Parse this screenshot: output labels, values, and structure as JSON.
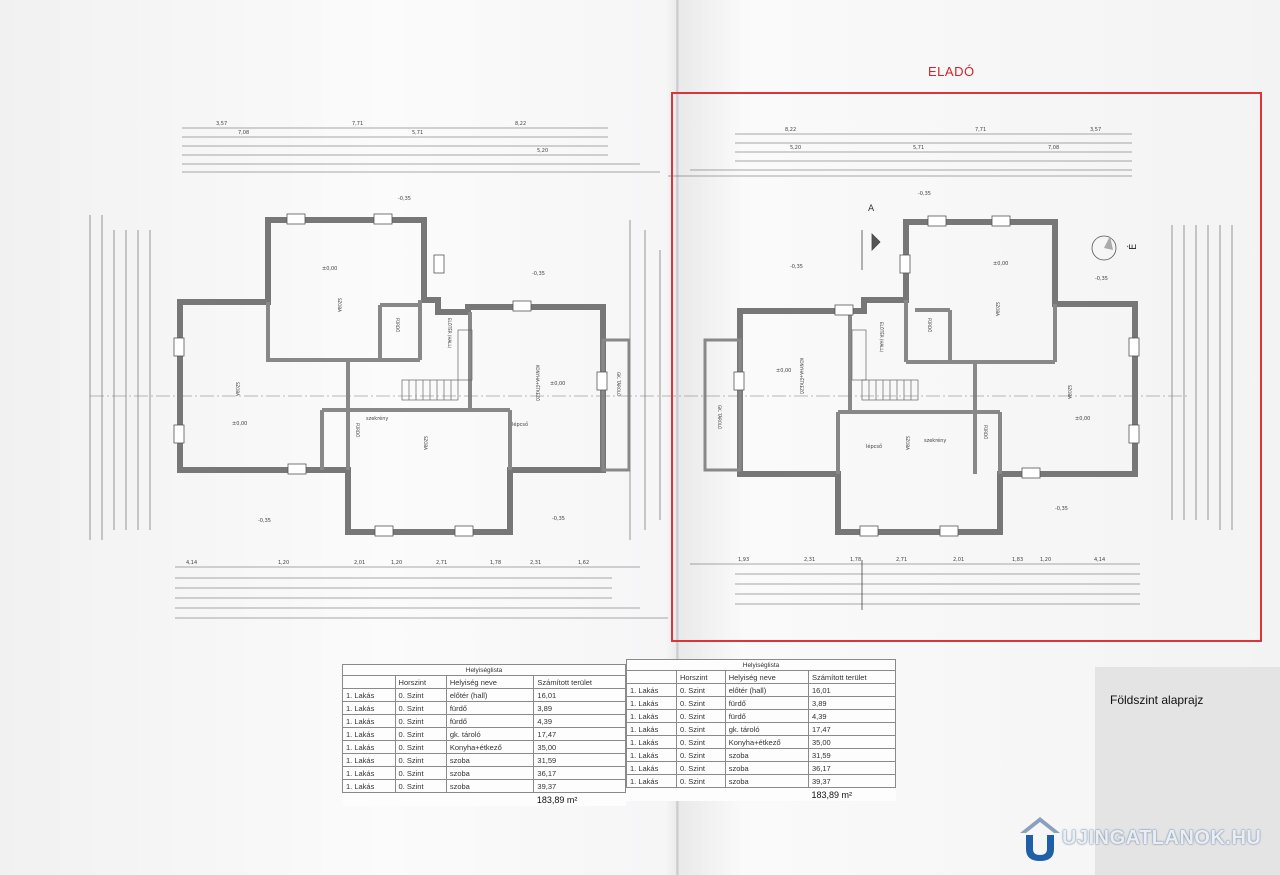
{
  "stamp": {
    "text": "ELADÓ"
  },
  "caption": {
    "text": "Földszint alaprajz"
  },
  "logo": {
    "text": "UJINGATLANOK.HU"
  },
  "tables": [
    {
      "title": "Helyiséglista",
      "headers": [
        "",
        "Horszint",
        "Helyiség neve",
        "Számított terület"
      ],
      "rows": [
        [
          "1. Lakás",
          "0. Szint",
          "előtér (hall)",
          "16,01"
        ],
        [
          "1. Lakás",
          "0. Szint",
          "fürdő",
          "3,89"
        ],
        [
          "1. Lakás",
          "0. Szint",
          "fürdő",
          "4,39"
        ],
        [
          "1. Lakás",
          "0. Szint",
          "gk. tároló",
          "17,47"
        ],
        [
          "1. Lakás",
          "0. Szint",
          "Konyha+étkező",
          "35,00"
        ],
        [
          "1. Lakás",
          "0. Szint",
          "szoba",
          "31,59"
        ],
        [
          "1. Lakás",
          "0. Szint",
          "szoba",
          "36,17"
        ],
        [
          "1. Lakás",
          "0. Szint",
          "szoba",
          "39,37"
        ]
      ],
      "total": "183,89 m²"
    },
    {
      "title": "Helyiséglista",
      "headers": [
        "",
        "Horszint",
        "Helyiség neve",
        "Számított terület"
      ],
      "rows": [
        [
          "1. Lakás",
          "0. Szint",
          "előtér (hall)",
          "16,01"
        ],
        [
          "1. Lakás",
          "0. Szint",
          "fürdő",
          "3,89"
        ],
        [
          "1. Lakás",
          "0. Szint",
          "fürdő",
          "4,39"
        ],
        [
          "1. Lakás",
          "0. Szint",
          "gk. tároló",
          "17,47"
        ],
        [
          "1. Lakás",
          "0. Szint",
          "Konyha+étkező",
          "35,00"
        ],
        [
          "1. Lakás",
          "0. Szint",
          "szoba",
          "31,59"
        ],
        [
          "1. Lakás",
          "0. Szint",
          "szoba",
          "36,17"
        ],
        [
          "1. Lakás",
          "0. Szint",
          "szoba",
          "39,37"
        ]
      ],
      "total": "183,89 m²"
    }
  ],
  "plan": {
    "left_rooms": [
      "SZOBA",
      "SZOBA",
      "KONYHA+ÉTKEZŐ",
      "SZOBA",
      "GK. TÁROLÓ",
      "ELŐTÉR (HALL)",
      "FÜRDŐ",
      "FÜRDŐ"
    ],
    "right_rooms": [
      "KONYHA+ÉTKEZŐ",
      "SZOBA",
      "SZOBA",
      "SZOBA",
      "GK. TÁROLÓ",
      "ELŐTÉR (HALL)",
      "FÜRDŐ",
      "FÜRDŐ"
    ],
    "annotations": [
      "±0,00",
      "-0,35",
      "szekrény",
      "lépcső",
      "A",
      "É"
    ],
    "dims_top_left": [
      "3,57",
      "7,71",
      "8,22",
      "7,08",
      "5,71",
      "5,20"
    ],
    "dims_top_right": [
      "8,22",
      "7,71",
      "3,57",
      "5,20",
      "5,71",
      "7,08"
    ],
    "dims_bottom_left": [
      "4,14",
      "1,20",
      "2,01",
      "1,20",
      "2,71",
      "1,78",
      "2,31",
      "1,62"
    ],
    "dims_bottom_right": [
      "1,93",
      "2,31",
      "1,78",
      "2,71",
      "2,01",
      "1,83",
      "1,20",
      "4,14"
    ]
  }
}
